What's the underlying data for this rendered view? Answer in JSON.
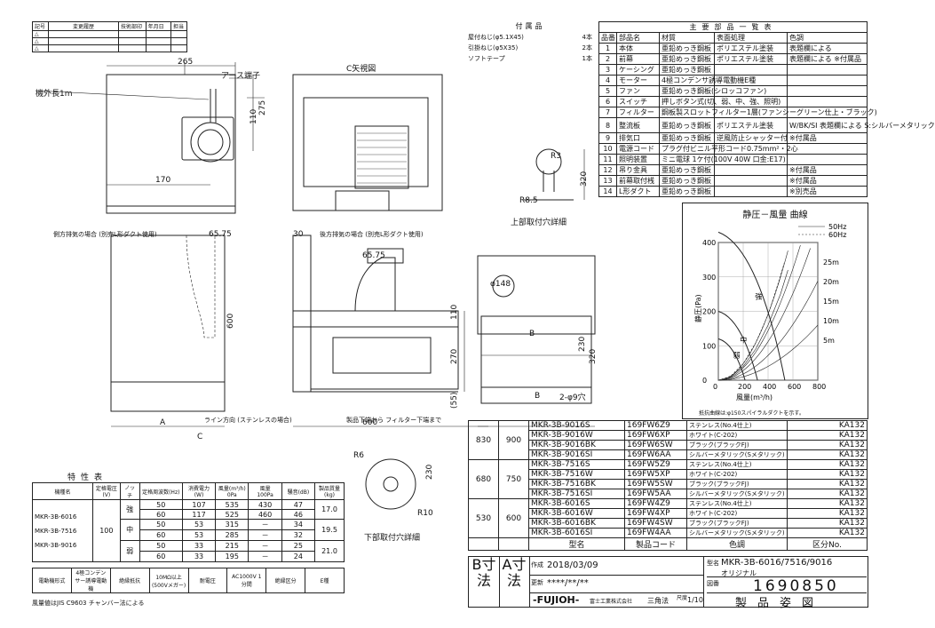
{
  "revision": {
    "headers": [
      "記号",
      "変更履歴",
      "技術部印",
      "年月日",
      "担当"
    ],
    "marks": [
      "△",
      "△",
      "△"
    ]
  },
  "accessories": {
    "title": "付属品",
    "rows": [
      {
        "name": "屋付ねじ(φ5.1X45)",
        "qty": "4本"
      },
      {
        "name": "引掛ねじ(φ5X35)",
        "qty": "2本"
      },
      {
        "name": "ソフトテープ",
        "qty": "1本"
      }
    ]
  },
  "parts": {
    "title": "主要部品一覧表",
    "headers": [
      "品番",
      "部品名",
      "材質",
      "表面処理",
      "色調"
    ],
    "rows": [
      [
        "1",
        "本体",
        "亜鉛めっき鋼板",
        "ポリエステル塗装",
        "表題欄による"
      ],
      [
        "2",
        "前幕",
        "亜鉛めっき鋼板",
        "ポリエステル塗装",
        "表題欄による ※付属品"
      ],
      [
        "3",
        "ケーシング",
        "亜鉛めっき鋼板",
        "",
        ""
      ],
      [
        "4",
        "モーター",
        "4極コンデンサ誘導電動機E種",
        "",
        ""
      ],
      [
        "5",
        "ファン",
        "亜鉛めっき鋼板(シロッコファン)",
        "",
        ""
      ],
      [
        "6",
        "スイッチ",
        "押しボタン式(切、弱、中、強、照明)",
        "",
        ""
      ],
      [
        "7",
        "フィルター",
        "鋼板製スロットフィルター1層(ファンシーグリーン仕上・ブラック)",
        "",
        ""
      ],
      [
        "8",
        "整流板",
        "亜鉛めっき鋼板",
        "ポリエステル塗装",
        "W/BK/SI 表題欄による S:シルバーメタリック"
      ],
      [
        "9",
        "排気口",
        "亜鉛めっき鋼板",
        "逆風防止シャッター付",
        "※付属品"
      ],
      [
        "10",
        "電源コード",
        "プラグ付ビニル平形コード0.75mm²・2心",
        "",
        ""
      ],
      [
        "11",
        "照明装置",
        "ミニ電球 1ケ付(100V 40W 口金:E17)",
        "",
        ""
      ],
      [
        "12",
        "吊り金具",
        "亜鉛めっき鋼板",
        "",
        "※付属品"
      ],
      [
        "13",
        "前幕取付桟",
        "亜鉛めっき鋼板",
        "",
        "※付属品"
      ],
      [
        "14",
        "L形ダクト",
        "亜鉛めっき鋼板",
        "",
        "※別売品"
      ]
    ]
  },
  "drawing": {
    "c_view": "C矢視図",
    "ground_wire": "アース端子",
    "cord_length": "機外長1m",
    "side_exhaust": "側方排気の場合\n(別売L形ダクト使用)",
    "rear_exhaust": "後方排気の場合\n(別売L形ダクト使用)",
    "top_detail": "上部取付穴詳細",
    "bottom_detail": "下部取付穴詳細",
    "line_dir": "ライン方向\n(ステンレスの場合)",
    "filter_note": "製品下端から\nフィルター下端まで",
    "holes": "2-φ9穴",
    "dims": {
      "d265": "265",
      "d110": "110",
      "d275": "275",
      "d170": "170",
      "d600": "600",
      "d65": "65",
      "d75": "75",
      "d30": "30",
      "d270": "270",
      "d55": "(55)",
      "d148": "φ148",
      "d10": "10",
      "d230": "230",
      "d320": "320",
      "dA": "A",
      "dB": "B",
      "dC": "C",
      "dR3": "R3",
      "dR85": "R8.5",
      "d10b": "10",
      "dR6": "R6",
      "dR10": "R10",
      "d8": "8",
      "d230b": "230"
    }
  },
  "chart_data": {
    "type": "line",
    "title": "静圧－風量 曲線",
    "xlabel": "風量(m³/h)",
    "ylabel": "静圧(Pa)",
    "xticks": [
      "0",
      "200",
      "400",
      "600",
      "800"
    ],
    "yticks": [
      "0",
      "100",
      "200",
      "300",
      "400"
    ],
    "xlim": [
      0,
      800
    ],
    "ylim": [
      0,
      400
    ],
    "legend": [
      "50Hz",
      "60Hz"
    ],
    "duct_labels": [
      "25m",
      "20m",
      "15m",
      "10m",
      "5m"
    ],
    "speed_labels": [
      "強",
      "中",
      "弱"
    ],
    "note": "抵抗曲線は:φ150スパイラルダクトを示す。",
    "series": [
      {
        "name": "50Hz",
        "points": [
          [
            0,
            0
          ],
          [
            100,
            10
          ],
          [
            200,
            40
          ],
          [
            300,
            90
          ],
          [
            400,
            160
          ],
          [
            500,
            250
          ],
          [
            560,
            320
          ]
        ]
      },
      {
        "name": "60Hz",
        "points": [
          [
            0,
            0
          ],
          [
            100,
            12
          ],
          [
            200,
            48
          ],
          [
            300,
            108
          ],
          [
            400,
            190
          ],
          [
            480,
            280
          ],
          [
            530,
            340
          ]
        ]
      }
    ]
  },
  "models": {
    "rows": [
      {
        "a": "830",
        "b": "900",
        "model": "MKR-3B-9016S",
        "code": "169FW6Z9",
        "color": "ステンレス(No.4仕上)",
        "cls": "KA132"
      },
      {
        "a": "",
        "b": "",
        "model": "MKR-3B-9016W",
        "code": "169FW6XP",
        "color": "ホワイト(C-202)",
        "cls": "KA132"
      },
      {
        "a": "",
        "b": "",
        "model": "MKR-3B-9016BK",
        "code": "169FW6SW",
        "color": "ブラック(ブラックFJ)",
        "cls": "KA132"
      },
      {
        "a": "",
        "b": "",
        "model": "MKR-3B-9016SI",
        "code": "169FW6AA",
        "color": "シルバーメタリック(Sメタリック)",
        "cls": "KA132"
      },
      {
        "a": "680",
        "b": "750",
        "model": "MKR-3B-7516S",
        "code": "169FW5Z9",
        "color": "ステンレス(No.4仕上)",
        "cls": "KA132"
      },
      {
        "a": "",
        "b": "",
        "model": "MKR-3B-7516W",
        "code": "169FW5XP",
        "color": "ホワイト(C-202)",
        "cls": "KA132"
      },
      {
        "a": "",
        "b": "",
        "model": "MKR-3B-7516BK",
        "code": "169FW5SW",
        "color": "ブラック(ブラックFJ)",
        "cls": "KA132"
      },
      {
        "a": "",
        "b": "",
        "model": "MKR-3B-7516SI",
        "code": "169FW5AA",
        "color": "シルバーメタリック(Sメタリック)",
        "cls": "KA132"
      },
      {
        "a": "530",
        "b": "600",
        "model": "MKR-3B-6016S",
        "code": "169FW4Z9",
        "color": "ステンレス(No.4仕上)",
        "cls": "KA132"
      },
      {
        "a": "",
        "b": "",
        "model": "MKR-3B-6016W",
        "code": "169FW4XP",
        "color": "ホワイト(C-202)",
        "cls": "KA132"
      },
      {
        "a": "",
        "b": "",
        "model": "MKR-3B-6016BK",
        "code": "169FW4SW",
        "color": "ブラック(ブラックFJ)",
        "cls": "KA132"
      },
      {
        "a": "",
        "b": "",
        "model": "MKR-3B-6016SI",
        "code": "169FW4AA",
        "color": "シルバーメタリック(Sメタリック)",
        "cls": "KA132"
      }
    ],
    "footer": {
      "b": "B寸法",
      "a": "A寸法",
      "name": "型名",
      "code": "製品コード",
      "color": "色調",
      "cls": "区分No."
    }
  },
  "title_block": {
    "created_label": "作成",
    "created": "2018/03/09",
    "updated_label": "更新",
    "updated": "****/**/**",
    "model_label": "型名",
    "model": "MKR-3B-6016/7516/9016",
    "model_sub": "オリジナル",
    "doc_label": "図番",
    "doc_no": "1690850",
    "company": "-FUJIOH-",
    "company_jp": "富士工業株式会社",
    "projection": "三角法",
    "scale_label": "尺度",
    "scale": "1/10",
    "doc_title": "製品姿図"
  },
  "specs": {
    "title": "特性表",
    "headers": [
      "機種名",
      "定格電圧(V)",
      "ノッチ",
      "定格周波数(Hz)",
      "消費電力(W)",
      "風量(m³/h) 0Pa",
      "風量 100Pa",
      "騒音(dB)",
      "製品質量(kg)"
    ],
    "models": [
      "MKR-3B-6016",
      "MKR-3B-7516",
      "MKR-3B-9016"
    ],
    "voltage": "100",
    "weights": [
      "17.0",
      "19.5",
      "21.0"
    ],
    "notches": [
      "強",
      "中",
      "弱"
    ],
    "rows": [
      [
        "50",
        "107",
        "535",
        "430",
        "47"
      ],
      [
        "60",
        "117",
        "525",
        "460",
        "46"
      ],
      [
        "50",
        "53",
        "315",
        "－",
        "34"
      ],
      [
        "60",
        "53",
        "285",
        "－",
        "32"
      ],
      [
        "50",
        "33",
        "215",
        "－",
        "25"
      ],
      [
        "60",
        "33",
        "195",
        "－",
        "24"
      ]
    ],
    "footer": [
      "電動機形式",
      "4極コンデンサー誘導電動機",
      "絶縁抵抗",
      "10MΩ以上(500Vメガー)",
      "耐電圧",
      "AC1000V 1分間",
      "絶縁区分",
      "E種"
    ],
    "note": "風量値はJIS C9603 チャンバー法による"
  }
}
